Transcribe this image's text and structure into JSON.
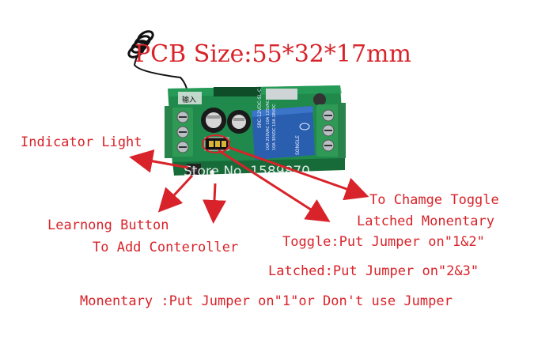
{
  "title": "PCB Size:55*32*17mm",
  "labels": {
    "indicator": "Indicator Light",
    "learn_line1": "Learnong Button",
    "learn_line2": "To Add Conteroller",
    "toggle_heading": "To Chamge Toggle",
    "latched_heading": "Latched Monentary",
    "toggle_desc": "Toggle:Put Jumper on\"1&2\"",
    "latched_desc": "Latched:Put Jumper on\"2&3\"",
    "momentary_desc": "Monentary :Put Jumper on\"1\"or Don't use Jumper"
  },
  "board": {
    "terminal_in_label": "输入",
    "relay_text_1": "SRC-12VDC-SL-C",
    "relay_text_2": "10A 250VAC  10A 125VAC",
    "relay_text_3": "10A 30VDC  10A 28VDC",
    "relay_brand": "SONGLE",
    "watermark": "Store No.:1589870",
    "colors": {
      "pcb_green": "#1f8a4c",
      "relay_blue": "#2a5fb0",
      "terminal_green": "#2f9a55",
      "annotation_red": "#d8232a"
    }
  }
}
